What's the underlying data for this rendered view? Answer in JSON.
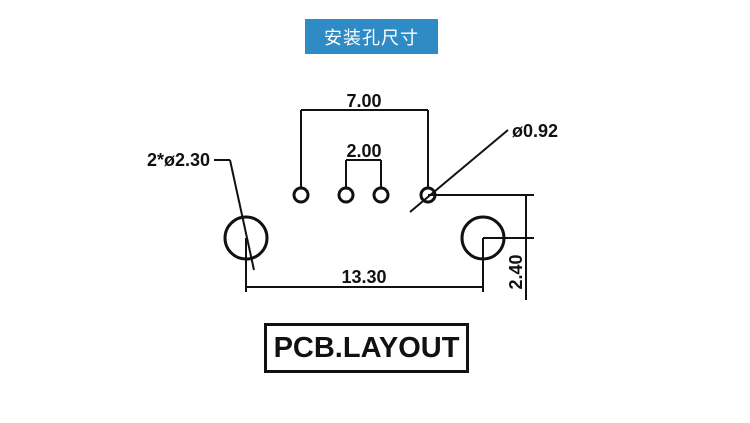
{
  "header": {
    "title": "安装孔尺寸"
  },
  "dimensions": {
    "pin_span": "7.00",
    "pin_pitch": "2.00",
    "pin_hole_diameter": "ø0.92",
    "mount_hole_diameter": "2*ø2.30",
    "mount_span": "13.30",
    "row_offset": "2.40"
  },
  "footer": {
    "label": "PCB.LAYOUT"
  },
  "colors": {
    "badge": "#2f8bc6",
    "ink": "#111111"
  }
}
